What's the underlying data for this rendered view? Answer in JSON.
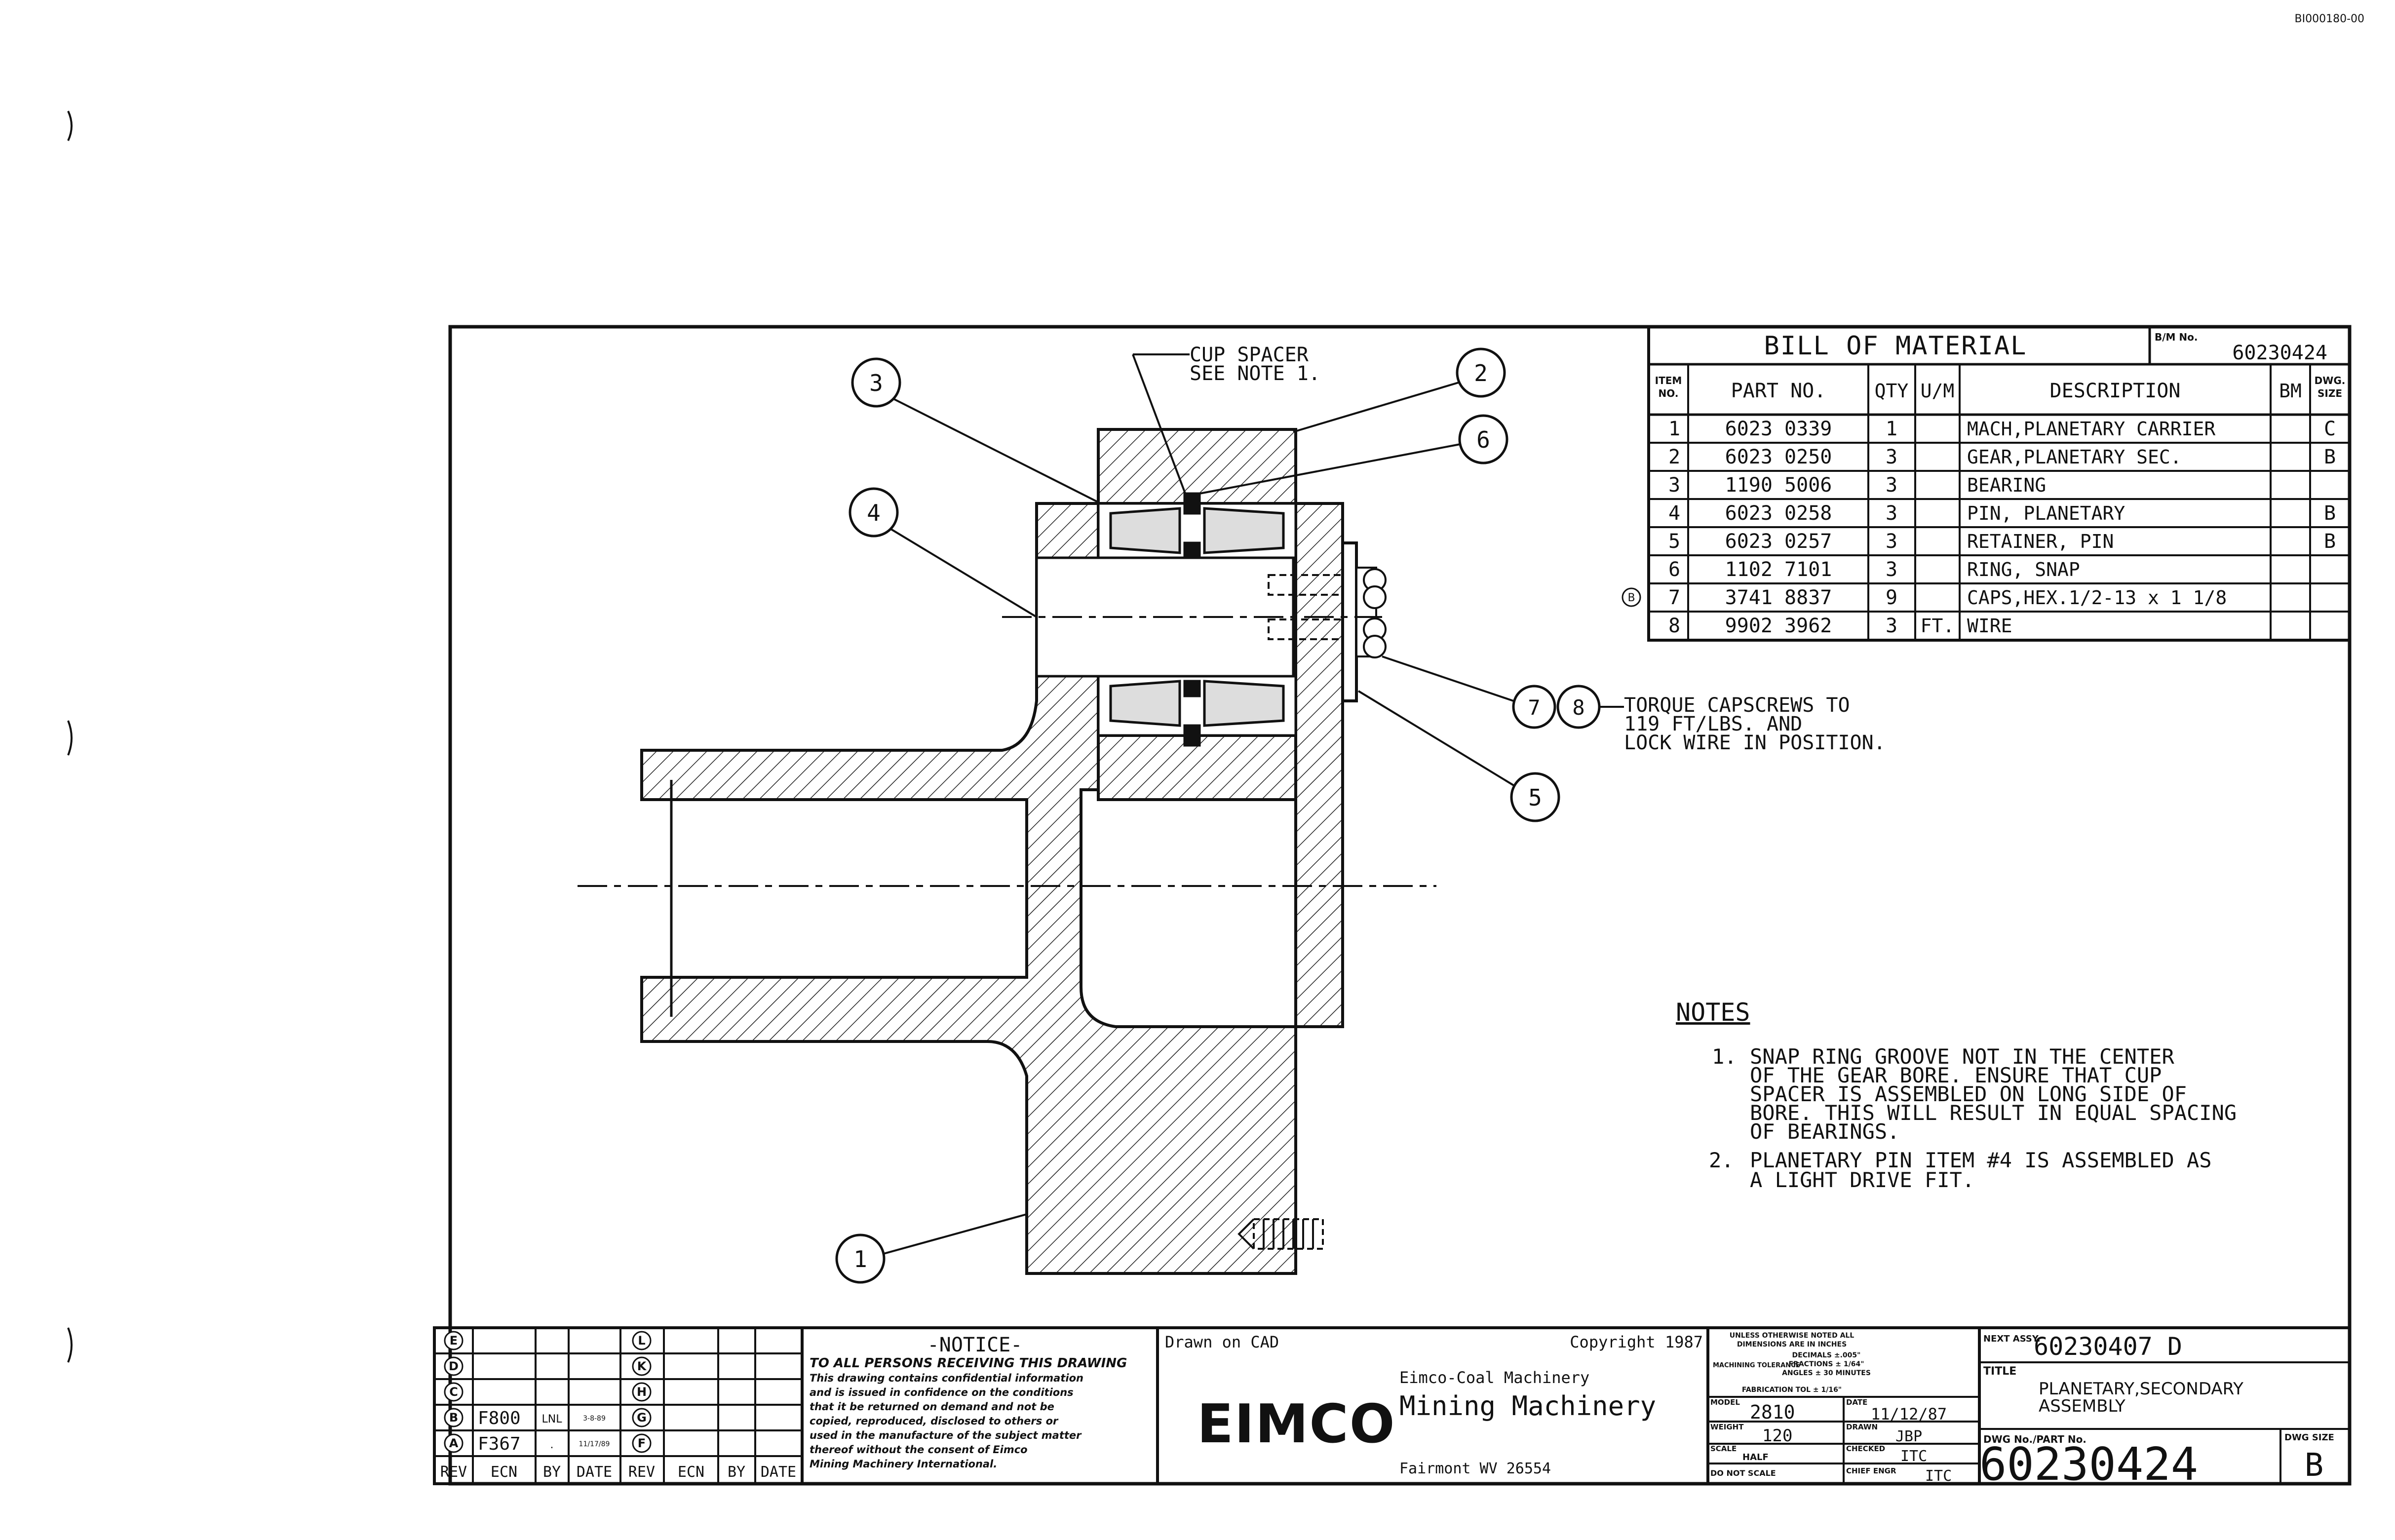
{
  "corner_code": "BI000180-00",
  "bom": {
    "title": "BILL OF MATERIAL",
    "bm_no_label": "B/M No.",
    "bm_no": "60230424",
    "headers": {
      "item": "ITEM NO.",
      "part": "PART NO.",
      "qty": "QTY",
      "um": "U/M",
      "desc": "DESCRIPTION",
      "bm": "BM",
      "dwg": "DWG. SIZE"
    },
    "rows": [
      {
        "item": "1",
        "part": "6023 0339",
        "qty": "1",
        "um": "",
        "desc": "MACH,PLANETARY CARRIER",
        "bm": "",
        "size": "C"
      },
      {
        "item": "2",
        "part": "6023 0250",
        "qty": "3",
        "um": "",
        "desc": "GEAR,PLANETARY SEC.",
        "bm": "",
        "size": "B"
      },
      {
        "item": "3",
        "part": "1190 5006",
        "qty": "3",
        "um": "",
        "desc": "BEARING",
        "bm": "",
        "size": ""
      },
      {
        "item": "4",
        "part": "6023 0258",
        "qty": "3",
        "um": "",
        "desc": "PIN, PLANETARY",
        "bm": "",
        "size": "B"
      },
      {
        "item": "5",
        "part": "6023 0257",
        "qty": "3",
        "um": "",
        "desc": "RETAINER, PIN",
        "bm": "",
        "size": "B"
      },
      {
        "item": "6",
        "part": "1102 7101",
        "qty": "3",
        "um": "",
        "desc": "RING, SNAP",
        "bm": "",
        "size": ""
      },
      {
        "item": "7",
        "part": "3741 8837",
        "qty": "9",
        "um": "",
        "desc": "CAPS,HEX.1/2-13 x 1 1/8",
        "bm": "",
        "size": ""
      },
      {
        "item": "8",
        "part": "9902 3962",
        "qty": "3",
        "um": "FT.",
        "desc": "WIRE",
        "bm": "",
        "size": ""
      }
    ],
    "row7_rev_mark": "B"
  },
  "callouts": {
    "c1": "1",
    "c2": "2",
    "c3": "3",
    "c4": "4",
    "c5": "5",
    "c6": "6",
    "c7": "7",
    "c8": "8"
  },
  "labels": {
    "cup_spacer_1": "CUP SPACER",
    "cup_spacer_2": "SEE NOTE 1.",
    "torque_1": "TORQUE CAPSCREWS TO",
    "torque_2": "119 FT/LBS. AND",
    "torque_3": "LOCK WIRE IN POSITION."
  },
  "notes": {
    "heading": "NOTES",
    "n1_num": "1.",
    "n1_lines": [
      "SNAP RING GROOVE NOT IN THE CENTER",
      "OF THE GEAR BORE. ENSURE THAT CUP",
      "SPACER IS ASSEMBLED ON LONG SIDE OF",
      "BORE. THIS WILL RESULT IN EQUAL SPACING",
      "OF BEARINGS."
    ],
    "n2_num": "2.",
    "n2_lines": [
      "PLANETARY PIN ITEM #4 IS ASSEMBLED AS",
      "A LIGHT DRIVE FIT."
    ]
  },
  "revisions": {
    "letters_left": [
      "E",
      "D",
      "C",
      "B",
      "A"
    ],
    "letters_right": [
      "L",
      "K",
      "H",
      "G",
      "F"
    ],
    "row_b": {
      "ecn": "F800",
      "by": "LNL",
      "date": "3-8-89"
    },
    "row_a": {
      "ecn": "F367",
      "by": ".",
      "date": "11/17/89"
    },
    "headers": [
      "REV",
      "ECN",
      "BY",
      "DATE",
      "REV",
      "ECN",
      "BY",
      "DATE"
    ]
  },
  "notice": {
    "title": "-NOTICE-",
    "lines": [
      "TO ALL PERSONS RECEIVING THIS DRAWING",
      "This drawing contains confidential information",
      "and is issued in confidence on the conditions",
      "that it be returned on demand and not be",
      "copied, reproduced, disclosed to others or",
      "used in the manufacture of the subject matter",
      "thereof without the consent of Eimco",
      "Mining Machinery International."
    ]
  },
  "company": {
    "drawn_on": "Drawn on CAD",
    "copyright": "Copyright 1987",
    "logo": "EIMCO",
    "line1": "Eimco-Coal Machinery",
    "line2": "Mining Machinery",
    "address": "Fairmont WV 26554"
  },
  "tolerances": {
    "l1": "UNLESS OTHERWISE NOTED ALL",
    "l2": "DIMENSIONS ARE IN INCHES",
    "l3": "DECIMALS ±.005\"",
    "l4": "FRACTIONS ± 1/64\"",
    "l5": "ANGLES ± 30 MINUTES",
    "l6": "FABRICATION TOL ± 1/16\"",
    "machining": "MACHINING TOLERANCE"
  },
  "title_block": {
    "model_label": "MODEL",
    "model": "2810",
    "date_label": "DATE",
    "date": "11/12/87",
    "weight_label": "WEIGHT",
    "weight": "120",
    "drawn_label": "DRAWN",
    "drawn": "JBP",
    "scale_label": "SCALE",
    "scale": "HALF",
    "checked_label": "CHECKED",
    "checked": "ITC",
    "do_not_scale": "DO NOT SCALE",
    "chief_eng_label": "CHIEF ENGR",
    "chief_eng": "ITC",
    "next_assy_label": "NEXT ASSY.",
    "next_assy": "60230407 D",
    "title_label": "TITLE",
    "title_1": "PLANETARY,SECONDARY",
    "title_2": "ASSEMBLY",
    "dwg_no_label": "DWG No./PART No.",
    "dwg_no": "60230424",
    "dwg_size_label": "DWG SIZE",
    "dwg_size": "B"
  }
}
